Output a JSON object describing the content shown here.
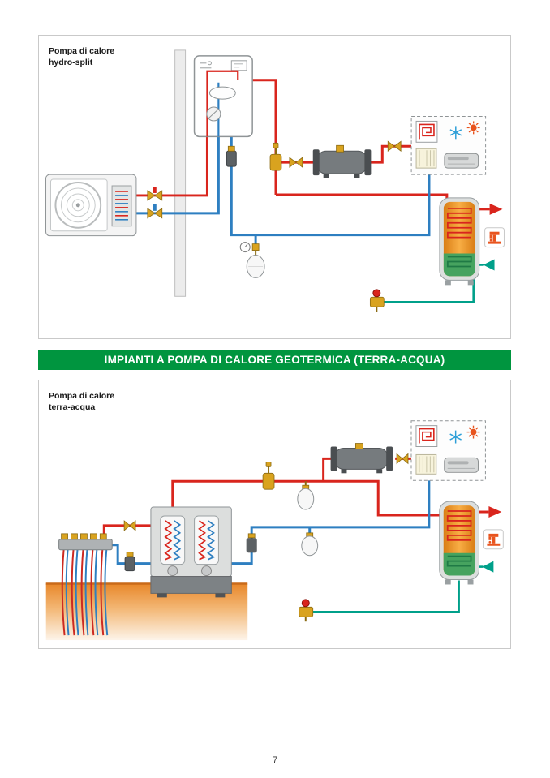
{
  "page": {
    "number": "7"
  },
  "banner": {
    "text": "IMPIANTI A POMPA DI CALORE GEOTERMICA (TERRA-ACQUA)"
  },
  "diagrams": {
    "top": {
      "label_line1": "Pompa di calore",
      "label_line2": "hydro-split"
    },
    "bottom": {
      "label_line1": "Pompa di calore",
      "label_line2": "terra-acqua"
    }
  },
  "colors": {
    "banner_green": "#00953f",
    "pipe_hot": "#d9251d",
    "pipe_cold": "#2e7fc1",
    "pipe_dhw": "#00a08a",
    "brass": "#d9a31f",
    "tank_orange": "#f0962b",
    "tank_green": "#46a35f",
    "ground_orange": "#e8872a"
  }
}
